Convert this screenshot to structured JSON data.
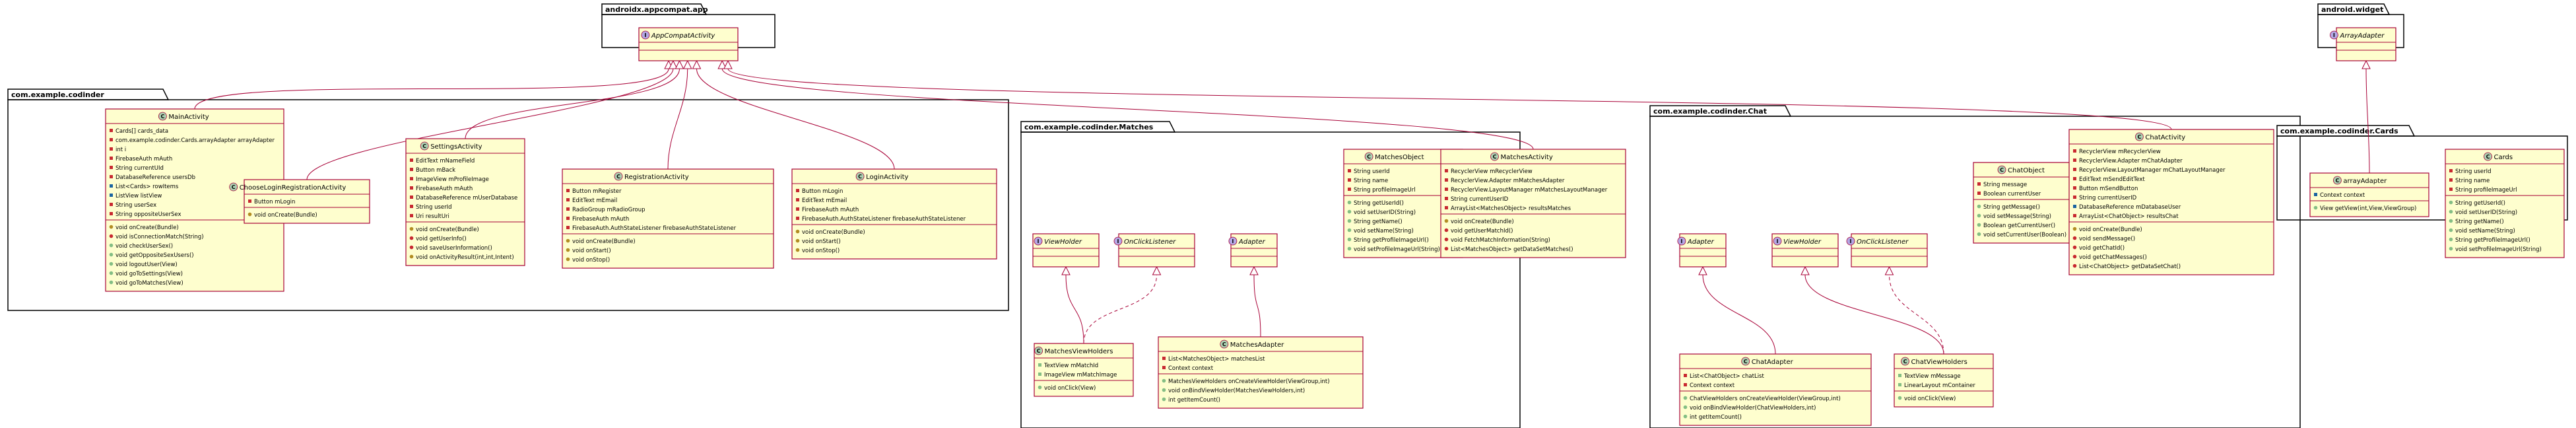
{
  "packages": [
    {
      "id": "pkg_appcompat",
      "name": "androidx.appcompat.app"
    },
    {
      "id": "pkg_widget",
      "name": "android.widget"
    },
    {
      "id": "pkg_codinder",
      "name": "com.example.codinder"
    },
    {
      "id": "pkg_matches",
      "name": "com.example.codinder.Matches"
    },
    {
      "id": "pkg_chat",
      "name": "com.example.codinder.Chat"
    },
    {
      "id": "pkg_cards",
      "name": "com.example.codinder.Cards"
    }
  ],
  "classes": [
    {
      "id": "AppCompatActivity",
      "name": "AppCompatActivity",
      "italic": true,
      "fields": [],
      "methods": []
    },
    {
      "id": "ArrayAdapter",
      "name": "ArrayAdapter",
      "italic": true,
      "fields": [],
      "methods": []
    },
    {
      "id": "MainActivity",
      "name": "MainActivity",
      "fields": [
        {
          "v": "-",
          "t": "Cards[] cards_data"
        },
        {
          "v": "-",
          "t": "com.example.codinder.Cards.arrayAdapter arrayAdapter"
        },
        {
          "v": "-",
          "t": "int i"
        },
        {
          "v": "-",
          "t": "FirebaseAuth mAuth"
        },
        {
          "v": "-",
          "t": "String currentUId"
        },
        {
          "v": "-",
          "t": "DatabaseReference usersDb"
        },
        {
          "v": "~",
          "t": "List<Cards> rowItems"
        },
        {
          "v": "~",
          "t": "ListView listView"
        },
        {
          "v": "-",
          "t": "String userSex"
        },
        {
          "v": "-",
          "t": "String oppositeUserSex"
        }
      ],
      "methods": [
        {
          "v": "#",
          "t": "void onCreate(Bundle)"
        },
        {
          "v": "-",
          "t": "void isConnectionMatch(String)"
        },
        {
          "v": "+",
          "t": "void checkUserSex()"
        },
        {
          "v": "+",
          "t": "void getOppositeSexUsers()"
        },
        {
          "v": "+",
          "t": "void logoutUser(View)"
        },
        {
          "v": "+",
          "t": "void goToSettings(View)"
        },
        {
          "v": "+",
          "t": "void goToMatches(View)"
        }
      ]
    },
    {
      "id": "ChooseLoginRegistrationActivity",
      "name": "ChooseLoginRegistrationActivity",
      "fields": [
        {
          "v": "-",
          "t": "Button mLogin"
        }
      ],
      "methods": [
        {
          "v": "#",
          "t": "void onCreate(Bundle)"
        }
      ]
    },
    {
      "id": "SettingsActivity",
      "name": "SettingsActivity",
      "fields": [
        {
          "v": "-",
          "t": "EditText mNameField"
        },
        {
          "v": "-",
          "t": "Button mBack"
        },
        {
          "v": "-",
          "t": "ImageView mProfileImage"
        },
        {
          "v": "-",
          "t": "FirebaseAuth mAuth"
        },
        {
          "v": "-",
          "t": "DatabaseReference mUserDatabase"
        },
        {
          "v": "-",
          "t": "String userId"
        },
        {
          "v": "-",
          "t": "Uri resultUri"
        }
      ],
      "methods": [
        {
          "v": "#",
          "t": "void onCreate(Bundle)"
        },
        {
          "v": "-",
          "t": "void getUserInfo()"
        },
        {
          "v": "-",
          "t": "void saveUserInformation()"
        },
        {
          "v": "#",
          "t": "void onActivityResult(int,int,Intent)"
        }
      ]
    },
    {
      "id": "RegistrationActivity",
      "name": "RegistrationActivity",
      "fields": [
        {
          "v": "-",
          "t": "Button mRegister"
        },
        {
          "v": "-",
          "t": "EditText mEmail"
        },
        {
          "v": "-",
          "t": "RadioGroup mRadioGroup"
        },
        {
          "v": "-",
          "t": "FirebaseAuth mAuth"
        },
        {
          "v": "-",
          "t": "FirebaseAuth.AuthStateListener firebaseAuthStateListener"
        }
      ],
      "methods": [
        {
          "v": "#",
          "t": "void onCreate(Bundle)"
        },
        {
          "v": "#",
          "t": "void onStart()"
        },
        {
          "v": "#",
          "t": "void onStop()"
        }
      ]
    },
    {
      "id": "LoginActivity",
      "name": "LoginActivity",
      "fields": [
        {
          "v": "-",
          "t": "Button mLogin"
        },
        {
          "v": "-",
          "t": "EditText mEmail"
        },
        {
          "v": "-",
          "t": "FirebaseAuth mAuth"
        },
        {
          "v": "-",
          "t": "FirebaseAuth.AuthStateListener firebaseAuthStateListener"
        }
      ],
      "methods": [
        {
          "v": "#",
          "t": "void onCreate(Bundle)"
        },
        {
          "v": "#",
          "t": "void onStart()"
        },
        {
          "v": "#",
          "t": "void onStop()"
        }
      ]
    },
    {
      "id": "ViewHolder_m",
      "name": "ViewHolder",
      "italic": true,
      "fields": [],
      "methods": []
    },
    {
      "id": "OnClickListener_m",
      "name": "OnClickListener",
      "italic": true,
      "fields": [],
      "methods": []
    },
    {
      "id": "Adapter_m",
      "name": "Adapter",
      "italic": true,
      "fields": [],
      "methods": []
    },
    {
      "id": "MatchesObject",
      "name": "MatchesObject",
      "fields": [
        {
          "v": "-",
          "t": "String userId"
        },
        {
          "v": "-",
          "t": "String name"
        },
        {
          "v": "-",
          "t": "String profileImageUrl"
        }
      ],
      "methods": [
        {
          "v": "+",
          "t": "String getUserId()"
        },
        {
          "v": "+",
          "t": "void setUserID(String)"
        },
        {
          "v": "+",
          "t": "String getName()"
        },
        {
          "v": "+",
          "t": "void setName(String)"
        },
        {
          "v": "+",
          "t": "String getProfileImageUrl()"
        },
        {
          "v": "+",
          "t": "void setProfileImageUrl(String)"
        }
      ]
    },
    {
      "id": "MatchesActivity",
      "name": "MatchesActivity",
      "fields": [
        {
          "v": "-",
          "t": "RecyclerView mRecyclerView"
        },
        {
          "v": "-",
          "t": "RecyclerView.Adapter mMatchesAdapter"
        },
        {
          "v": "-",
          "t": "RecyclerView.LayoutManager mMatchesLayoutManager"
        },
        {
          "v": "-",
          "t": "String currentUserID"
        },
        {
          "v": "-",
          "t": "ArrayList<MatchesObject> resultsMatches"
        }
      ],
      "methods": [
        {
          "v": "#",
          "t": "void onCreate(Bundle)"
        },
        {
          "v": "-",
          "t": "void getUserMatchId()"
        },
        {
          "v": "-",
          "t": "void FetchMatchInformation(String)"
        },
        {
          "v": "-",
          "t": "List<MatchesObject> getDataSetMatches()"
        }
      ]
    },
    {
      "id": "MatchesViewHolders",
      "name": "MatchesViewHolders",
      "fields": [
        {
          "v": "+",
          "t": "TextView mMatchId"
        },
        {
          "v": "+",
          "t": "ImageView mMatchImage"
        }
      ],
      "methods": [
        {
          "v": "+",
          "t": "void onClick(View)"
        }
      ]
    },
    {
      "id": "MatchesAdapter",
      "name": "MatchesAdapter",
      "fields": [
        {
          "v": "-",
          "t": "List<MatchesObject> matchesList"
        },
        {
          "v": "-",
          "t": "Context context"
        }
      ],
      "methods": [
        {
          "v": "+",
          "t": "MatchesViewHolders onCreateViewHolder(ViewGroup,int)"
        },
        {
          "v": "+",
          "t": "void onBindViewHolder(MatchesViewHolders,int)"
        },
        {
          "v": "+",
          "t": "int getItemCount()"
        }
      ]
    },
    {
      "id": "Adapter_c",
      "name": "Adapter",
      "italic": true,
      "fields": [],
      "methods": []
    },
    {
      "id": "ViewHolder_c",
      "name": "ViewHolder",
      "italic": true,
      "fields": [],
      "methods": []
    },
    {
      "id": "OnClickListener_c",
      "name": "OnClickListener",
      "italic": true,
      "fields": [],
      "methods": []
    },
    {
      "id": "ChatObject",
      "name": "ChatObject",
      "fields": [
        {
          "v": "-",
          "t": "String message"
        },
        {
          "v": "-",
          "t": "Boolean currentUser"
        }
      ],
      "methods": [
        {
          "v": "+",
          "t": "String getMessage()"
        },
        {
          "v": "+",
          "t": "void setMessage(String)"
        },
        {
          "v": "+",
          "t": "Boolean getCurrentUser()"
        },
        {
          "v": "+",
          "t": "void setCurrentUser(Boolean)"
        }
      ]
    },
    {
      "id": "ChatActivity",
      "name": "ChatActivity",
      "fields": [
        {
          "v": "-",
          "t": "RecyclerView mRecyclerView"
        },
        {
          "v": "-",
          "t": "RecyclerView.Adapter mChatAdapter"
        },
        {
          "v": "-",
          "t": "RecyclerView.LayoutManager mChatLayoutManager"
        },
        {
          "v": "-",
          "t": "EditText mSendEditText"
        },
        {
          "v": "-",
          "t": "Button mSendButton"
        },
        {
          "v": "-",
          "t": "String currentUserID"
        },
        {
          "v": "~",
          "t": "DatabaseReference mDatabaseUser"
        },
        {
          "v": "-",
          "t": "ArrayList<ChatObject> resultsChat"
        }
      ],
      "methods": [
        {
          "v": "#",
          "t": "void onCreate(Bundle)"
        },
        {
          "v": "-",
          "t": "void sendMessage()"
        },
        {
          "v": "-",
          "t": "void getChatId()"
        },
        {
          "v": "-",
          "t": "void getChatMessages()"
        },
        {
          "v": "-",
          "t": "List<ChatObject> getDataSetChat()"
        }
      ]
    },
    {
      "id": "ChatAdapter",
      "name": "ChatAdapter",
      "fields": [
        {
          "v": "-",
          "t": "List<ChatObject> chatList"
        },
        {
          "v": "-",
          "t": "Context context"
        }
      ],
      "methods": [
        {
          "v": "+",
          "t": "ChatViewHolders onCreateViewHolder(ViewGroup,int)"
        },
        {
          "v": "+",
          "t": "void onBindViewHolder(ChatViewHolders,int)"
        },
        {
          "v": "+",
          "t": "int getItemCount()"
        }
      ]
    },
    {
      "id": "ChatViewHolders",
      "name": "ChatViewHolders",
      "fields": [
        {
          "v": "+",
          "t": "TextView mMessage"
        },
        {
          "v": "+",
          "t": "LinearLayout mContainer"
        }
      ],
      "methods": [
        {
          "v": "+",
          "t": "void onClick(View)"
        }
      ]
    },
    {
      "id": "arrayAdapter",
      "name": "arrayAdapter",
      "fields": [
        {
          "v": "~",
          "t": "Context context"
        }
      ],
      "methods": [
        {
          "v": "+",
          "t": "View getView(int,View,ViewGroup)"
        }
      ]
    },
    {
      "id": "Cards",
      "name": "Cards",
      "fields": [
        {
          "v": "-",
          "t": "String userId"
        },
        {
          "v": "-",
          "t": "String name"
        },
        {
          "v": "-",
          "t": "String profileImageUrl"
        }
      ],
      "methods": [
        {
          "v": "+",
          "t": "String getUserId()"
        },
        {
          "v": "+",
          "t": "void setUserID(String)"
        },
        {
          "v": "+",
          "t": "String getName()"
        },
        {
          "v": "+",
          "t": "void setName(String)"
        },
        {
          "v": "+",
          "t": "String getProfileImageUrl()"
        },
        {
          "v": "+",
          "t": "void setProfileImageUrl(String)"
        }
      ]
    }
  ],
  "relations": [
    {
      "from": "MainActivity",
      "to": "AppCompatActivity",
      "kind": "extends"
    },
    {
      "from": "ChooseLoginRegistrationActivity",
      "to": "AppCompatActivity",
      "kind": "extends"
    },
    {
      "from": "SettingsActivity",
      "to": "AppCompatActivity",
      "kind": "extends"
    },
    {
      "from": "RegistrationActivity",
      "to": "AppCompatActivity",
      "kind": "extends"
    },
    {
      "from": "LoginActivity",
      "to": "AppCompatActivity",
      "kind": "extends"
    },
    {
      "from": "MatchesActivity",
      "to": "AppCompatActivity",
      "kind": "extends"
    },
    {
      "from": "ChatActivity",
      "to": "AppCompatActivity",
      "kind": "extends"
    },
    {
      "from": "MatchesViewHolders",
      "to": "ViewHolder_m",
      "kind": "extends"
    },
    {
      "from": "MatchesViewHolders",
      "to": "OnClickListener_m",
      "kind": "implements"
    },
    {
      "from": "MatchesAdapter",
      "to": "Adapter_m",
      "kind": "extends"
    },
    {
      "from": "ChatAdapter",
      "to": "Adapter_c",
      "kind": "extends"
    },
    {
      "from": "ChatViewHolders",
      "to": "ViewHolder_c",
      "kind": "extends"
    },
    {
      "from": "ChatViewHolders",
      "to": "OnClickListener_c",
      "kind": "implements"
    },
    {
      "from": "arrayAdapter",
      "to": "ArrayAdapter",
      "kind": "extends"
    }
  ],
  "colors": {
    "class_fill": "#fefece",
    "class_border": "#a80036",
    "edge": "#a80036",
    "package_border": "#000000"
  }
}
